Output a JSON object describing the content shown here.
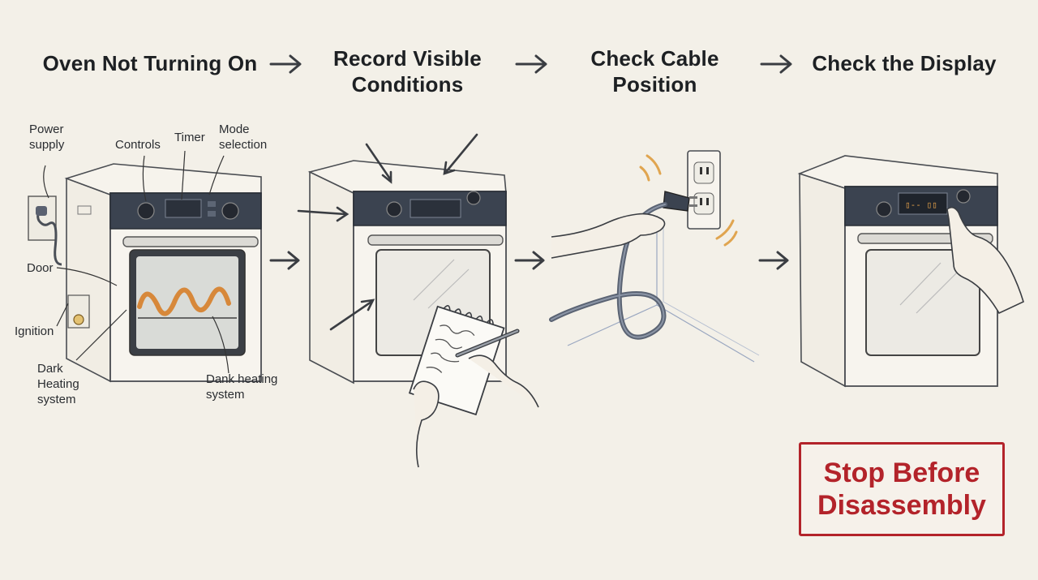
{
  "steps": [
    {
      "title": "Oven Not Turning On"
    },
    {
      "title_line1": "Record Visible",
      "title_line2": "Conditions"
    },
    {
      "title_line1": "Check Cable",
      "title_line2": "Position"
    },
    {
      "title": "Check the Display"
    }
  ],
  "labels": {
    "power_line1": "Power",
    "power_line2": "supply",
    "controls": "Controls",
    "timer": "Timer",
    "mode_line1": "Mode",
    "mode_line2": "selection",
    "door": "Door",
    "ignition": "Ignition",
    "dark_line1": "Dark",
    "dark_line2": "Heating",
    "dark_line3": "system",
    "dank_line1": "Dank heating",
    "dank_line2": "system"
  },
  "warning": {
    "line1": "Stop Before",
    "line2": "Disassembly"
  },
  "colors": {
    "background": "#f3f0e8",
    "warning_red": "#b3232a",
    "control_panel": "#3b4350",
    "heating_orange": "#d7883a"
  },
  "icons": [
    "arrow-right-icon",
    "oven-icon",
    "notepad-icon",
    "plug-icon",
    "outlet-icon",
    "hand-icon"
  ]
}
